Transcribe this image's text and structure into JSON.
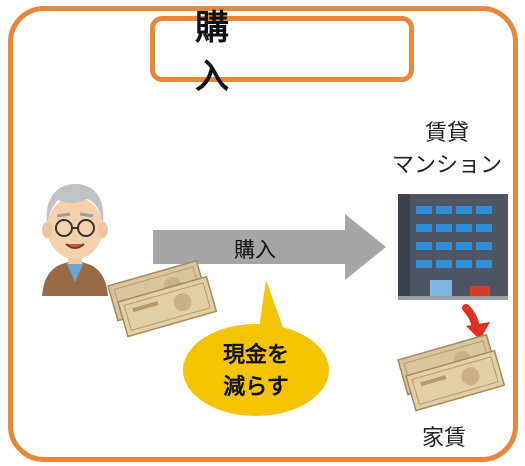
{
  "title": "購　入",
  "building_label_line1": "賃貸",
  "building_label_line2": "マンション",
  "arrow_label": "購入",
  "bubble_line1": "現金を",
  "bubble_line2": "減らす",
  "rent_label": "家賃",
  "colors": {
    "frame": "#e9883a",
    "arrow": "#a6a6a6",
    "bubble": "#f5c400",
    "red_arrow": "#e0301e"
  },
  "icons": [
    "person-icon",
    "cash-icon",
    "building-icon",
    "red-arrow-icon"
  ]
}
